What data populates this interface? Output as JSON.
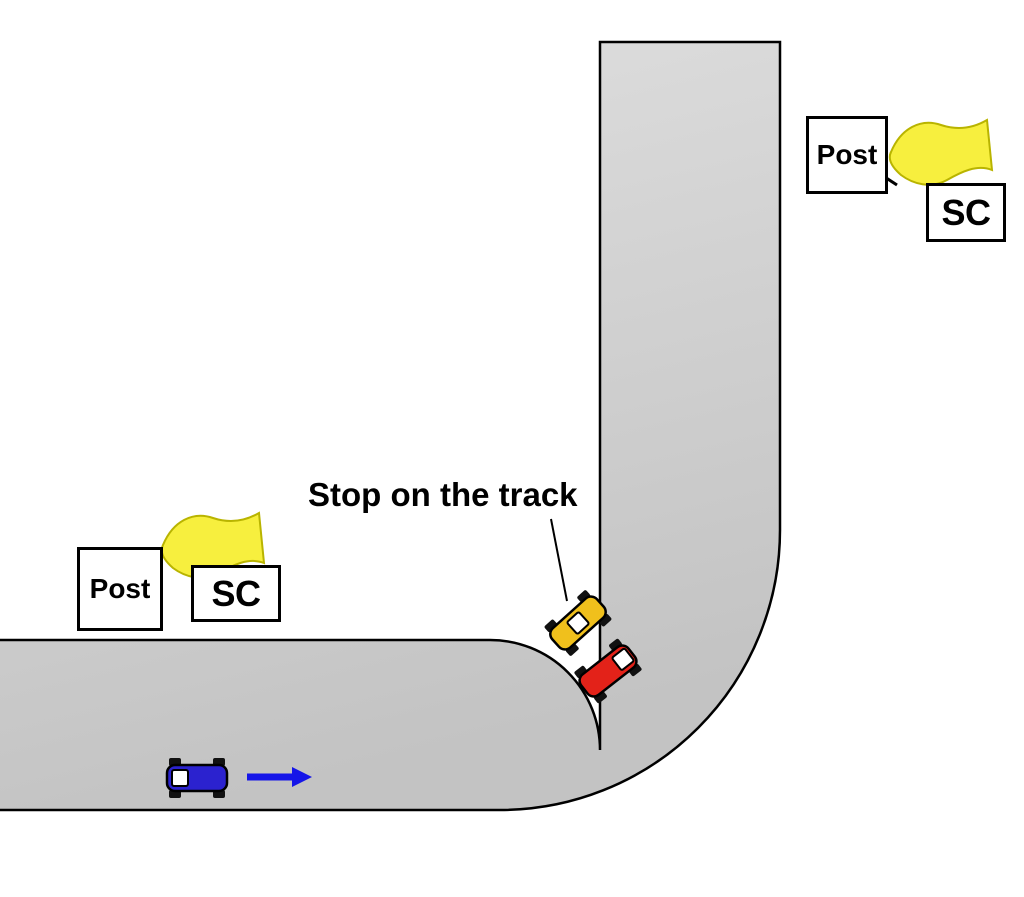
{
  "annotation": {
    "label": "Stop on the track"
  },
  "posts": {
    "top_right": {
      "label": "Post",
      "flag": "SC"
    },
    "left": {
      "label": "Post",
      "flag": "SC"
    }
  },
  "colors": {
    "road_light": "#e0e0e0",
    "road_dark": "#c3c3c3",
    "road_outline": "#000000",
    "flag_yellow": "#f7ef3e",
    "flag_outline": "#b9b400",
    "car_yellow": "#f0c01c",
    "car_red": "#e32219",
    "car_blue": "#2b22cf",
    "arrow_blue": "#1515e8"
  }
}
